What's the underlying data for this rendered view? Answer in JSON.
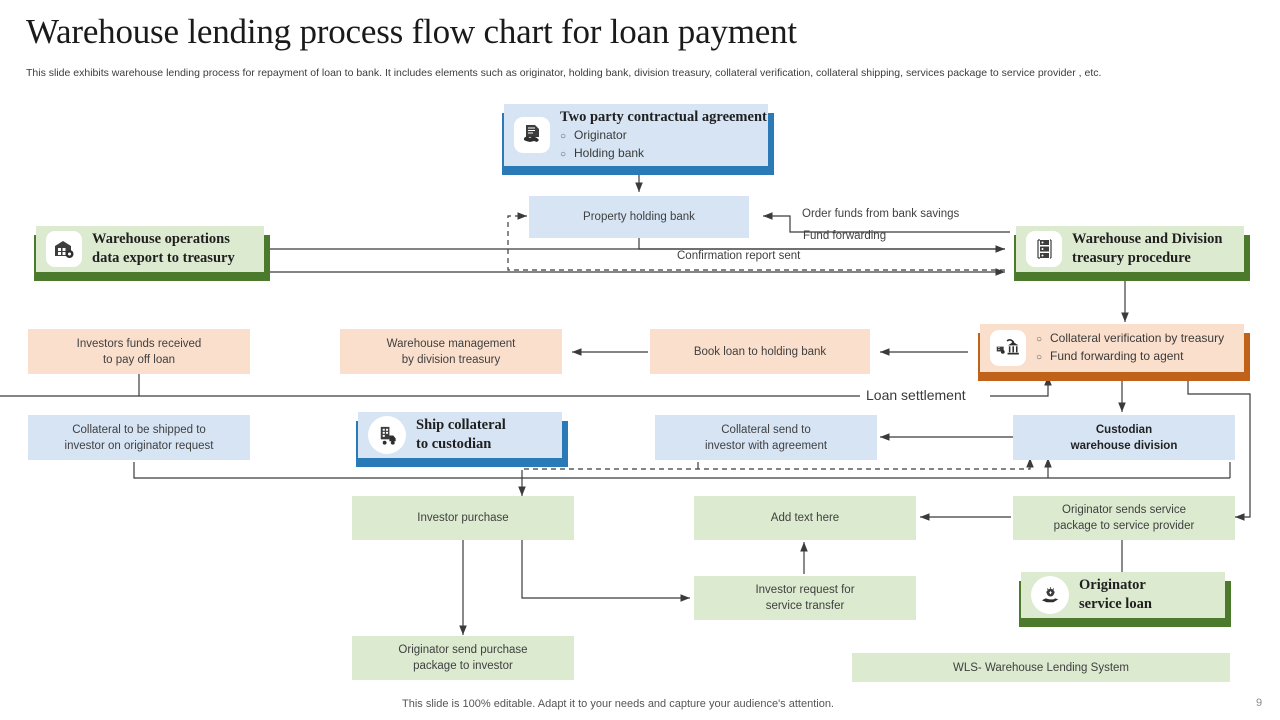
{
  "header": {
    "title": "Warehouse lending process flow chart for loan payment",
    "subtitle": "This slide exhibits warehouse lending process for repayment of loan to bank. It includes elements such as originator, holding bank, division treasury, collateral verification, collateral shipping, services package to service provider , etc.",
    "footer_note": "This slide is 100% editable. Adapt it to your needs and capture your audience's attention.",
    "page_number": "9"
  },
  "colors": {
    "blue_fill": "#d6e4f4",
    "blue_accent": "#2a7ab8",
    "peach_fill": "#fadfcc",
    "orange_accent": "#c1621a",
    "green_fill": "#dcead0",
    "green_accent": "#4c7a2c",
    "wire": "#3b3b3b"
  },
  "header_cards": {
    "agreement": {
      "title": "Two party contractual agreement",
      "bullets": [
        "Originator",
        "Holding bank"
      ],
      "icon": "contract-handshake-icon"
    },
    "warehouse_ops": {
      "line1": "Warehouse operations",
      "line2": "data export to treasury",
      "icon": "warehouse-gear-icon"
    },
    "treasury_procedure": {
      "line1": "Warehouse and Division",
      "line2": "treasury procedure",
      "icon": "server-rack-icon"
    },
    "collateral_card": {
      "bullets": [
        "Collateral verification  by treasury",
        "Fund forwarding   to agent"
      ],
      "icon": "bank-security-icon"
    },
    "ship_collateral": {
      "line1": "Ship collateral",
      "line2": "to custodian",
      "icon": "shipping-truck-icon"
    },
    "originator_service": {
      "line1": "Originator",
      "line2": "service loan",
      "icon": "hand-coin-icon"
    }
  },
  "nodes": {
    "property_holding_bank": "Property holding bank",
    "investors_funds": "Investors funds received\nto pay off loan",
    "investors_funds_l1": "Investors funds received",
    "investors_funds_l2": "to pay off loan",
    "warehouse_mgmt_l1": "Warehouse management",
    "warehouse_mgmt_l2": "by division treasury",
    "book_loan": "Book loan to holding bank",
    "collateral_shipped_l1": "Collateral to be shipped to",
    "collateral_shipped_l2": "investor on originator request",
    "collateral_send_l1": "Collateral send to",
    "collateral_send_l2": "investor with agreement",
    "custodian_l1": "Custodian",
    "custodian_l2": "warehouse division",
    "investor_purchase": "Investor  purchase",
    "add_text_here": "Add text here",
    "originator_sends_l1": "Originator sends service",
    "originator_sends_l2": "package to service  provider",
    "investor_request_l1": "Investor  request for",
    "investor_request_l2": "service  transfer",
    "originator_send_purchase_l1": "Originator send purchase",
    "originator_send_purchase_l2": "package to investor",
    "wls_legend": "WLS- Warehouse Lending System"
  },
  "edge_labels": {
    "order_funds": "Order funds from bank savings",
    "fund_forwarding": "Fund forwarding",
    "confirmation_report": "Confirmation  report sent",
    "loan_settlement": "Loan settlement"
  }
}
